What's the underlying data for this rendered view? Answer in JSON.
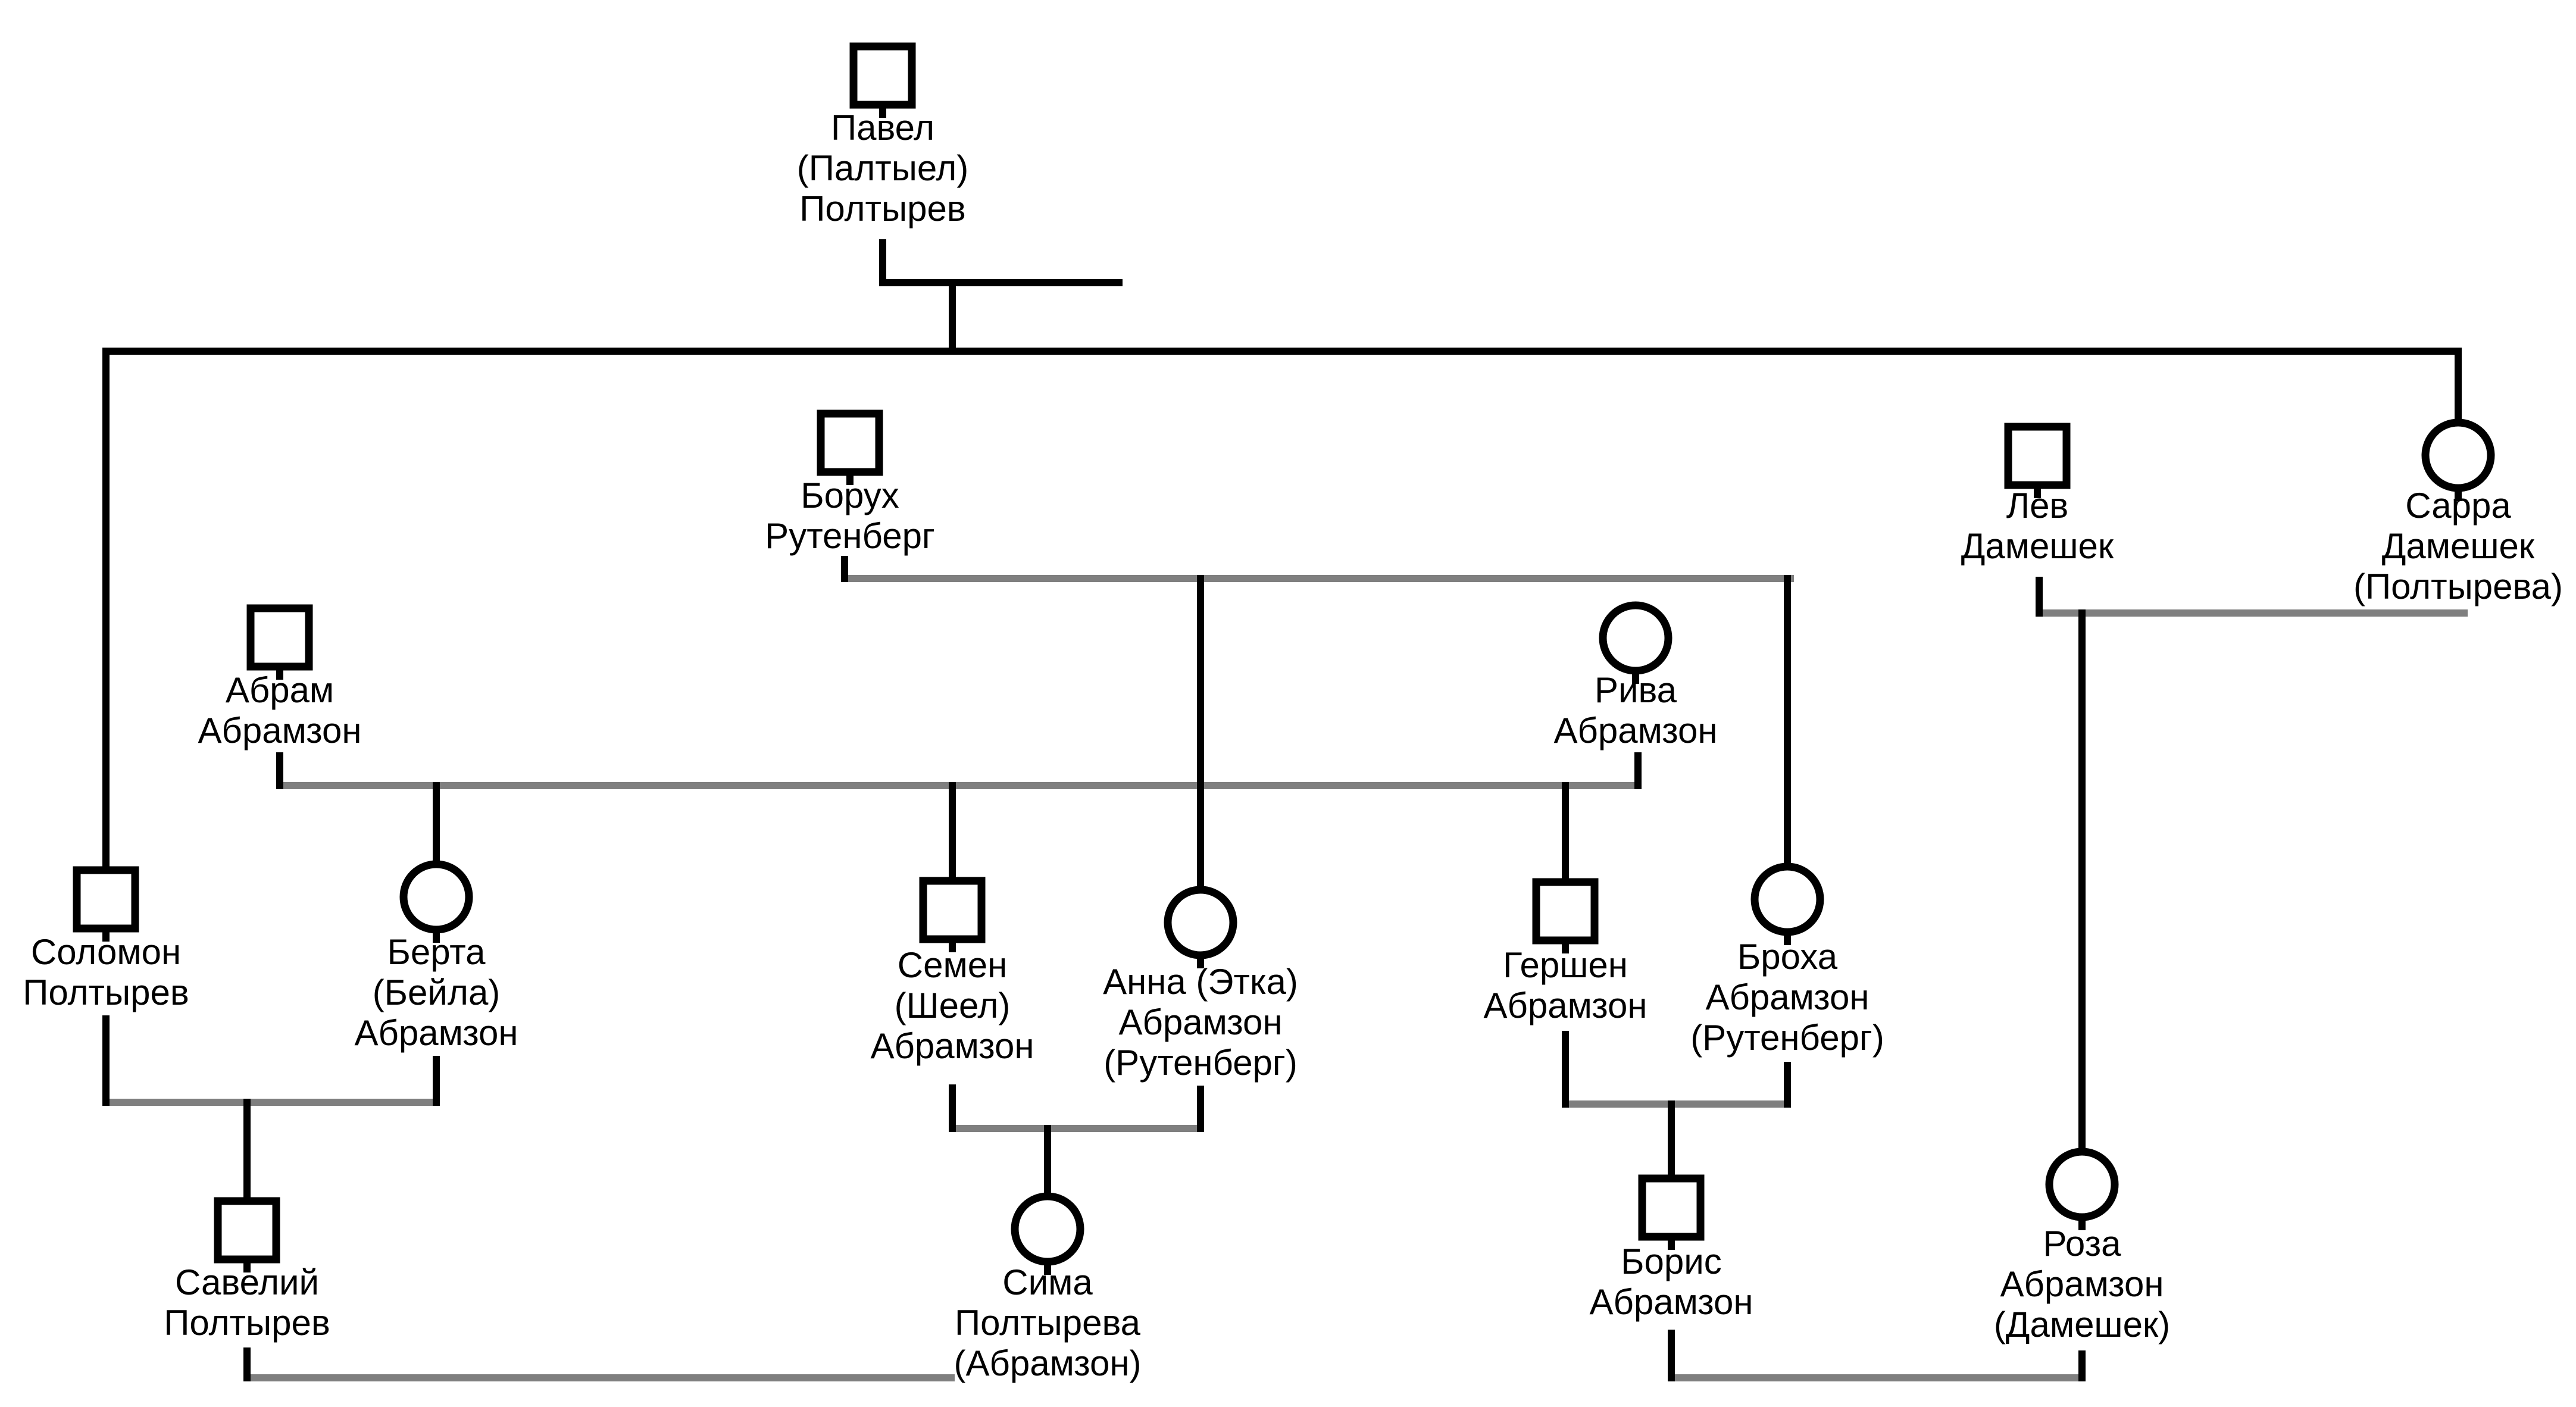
{
  "colors": {
    "background": "#ffffff",
    "symbol": "#000000",
    "descent_line": "#000000",
    "union_line": "#7f7f7f",
    "text": "#000000"
  },
  "people": [
    {
      "id": "pavel",
      "sex": "male",
      "name_lines": [
        "Павел",
        "(Палтыел)",
        "Полтырев"
      ]
    },
    {
      "id": "solomon",
      "sex": "male",
      "name_lines": [
        "Соломон",
        "Полтырев"
      ]
    },
    {
      "id": "sarra",
      "sex": "female",
      "name_lines": [
        "Сарра",
        "Дамешек",
        "(Полтырева)"
      ]
    },
    {
      "id": "borukh",
      "sex": "male",
      "name_lines": [
        "Борух",
        "Рутенберг"
      ]
    },
    {
      "id": "lev",
      "sex": "male",
      "name_lines": [
        "Лев",
        "Дамешек"
      ]
    },
    {
      "id": "abram",
      "sex": "male",
      "name_lines": [
        "Абрам",
        "Абрамзон"
      ]
    },
    {
      "id": "riva",
      "sex": "female",
      "name_lines": [
        "Рива",
        "Абрамзон"
      ]
    },
    {
      "id": "berta",
      "sex": "female",
      "name_lines": [
        "Берта",
        "(Бейла)",
        "Абрамзон"
      ]
    },
    {
      "id": "semen",
      "sex": "male",
      "name_lines": [
        "Семен",
        "(Шеел)",
        "Абрамзон"
      ]
    },
    {
      "id": "anna",
      "sex": "female",
      "name_lines": [
        "Анна (Этка)",
        "Абрамзон",
        "(Рутенберг)"
      ]
    },
    {
      "id": "gershen",
      "sex": "male",
      "name_lines": [
        "Гершен",
        "Абрамзон"
      ]
    },
    {
      "id": "brokha",
      "sex": "female",
      "name_lines": [
        "Броха",
        "Абрамзон",
        "(Рутенберг)"
      ]
    },
    {
      "id": "savely",
      "sex": "male",
      "name_lines": [
        "Савелий",
        "Полтырев"
      ]
    },
    {
      "id": "sima",
      "sex": "female",
      "name_lines": [
        "Сима",
        "Полтырева",
        "(Абрамзон)"
      ]
    },
    {
      "id": "boris",
      "sex": "male",
      "name_lines": [
        "Борис",
        "Абрамзон"
      ]
    },
    {
      "id": "roza",
      "sex": "female",
      "name_lines": [
        "Роза",
        "Абрамзон",
        "(Дамешек)"
      ]
    }
  ]
}
